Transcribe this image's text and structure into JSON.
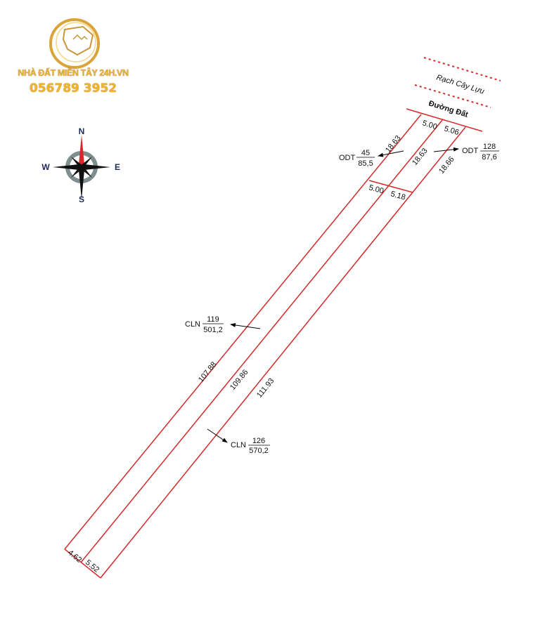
{
  "logo": {
    "brand": "NHÀ ĐẤT MIỀN TÂY 24H.VN",
    "phone": "056789 3952"
  },
  "compass": {
    "n": "N",
    "s": "S",
    "e": "E",
    "w": "W"
  },
  "features": {
    "canal": "Rạch Cây Lựu",
    "road": "Đường Đất"
  },
  "dimensions": {
    "top_left_width": "5.00",
    "top_right_width": "5.06",
    "front_left_side": "18.63",
    "front_mid_side": "18.63",
    "front_right_side": "18.66",
    "mid_left_width": "5.00",
    "mid_right_width": "5.18",
    "rear_left_side": "107.88",
    "rear_mid_side": "109.86",
    "rear_right_side": "111.93",
    "bottom_left_width": "4.62",
    "bottom_right_width": "5.52"
  },
  "parcels": [
    {
      "type": "ODT",
      "number": "45",
      "area": "85,5"
    },
    {
      "type": "ODT",
      "number": "128",
      "area": "87,6"
    },
    {
      "type": "CLN",
      "number": "119",
      "area": "501,2"
    },
    {
      "type": "CLN",
      "number": "126",
      "area": "570,2"
    }
  ],
  "colors": {
    "boundary": "#d42a2a",
    "gold": "#e9b33a",
    "compass_red": "#d8262a",
    "compass_ring": "#7f8f8f",
    "compass_text": "#1f2a5a"
  }
}
